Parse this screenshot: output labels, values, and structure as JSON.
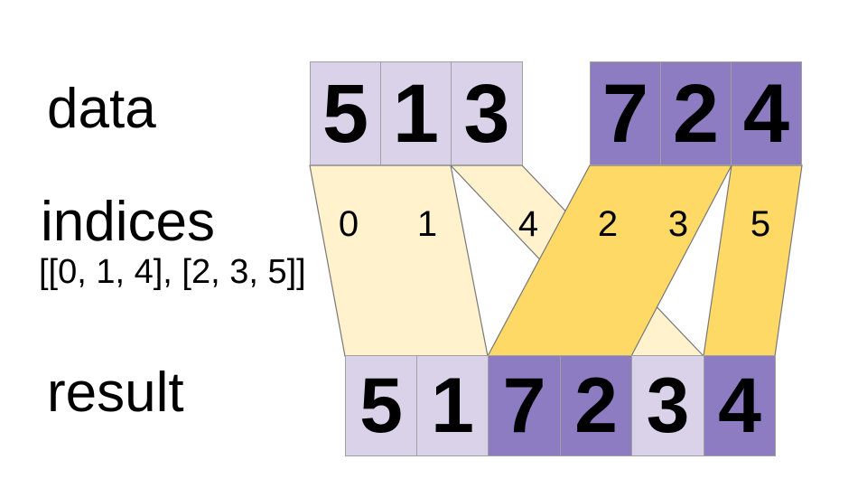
{
  "labels": {
    "data": "data",
    "indices": "indices",
    "indices_value": "[[0, 1, 4], [2, 3, 5]]",
    "result": "result"
  },
  "data_row": {
    "chunk1": [
      "5",
      "1",
      "3"
    ],
    "chunk2": [
      "7",
      "2",
      "4"
    ]
  },
  "indices_row": {
    "chunk1": [
      "0",
      "1",
      "4"
    ],
    "chunk2": [
      "2",
      "3",
      "5"
    ]
  },
  "result_row": {
    "values": [
      "5",
      "1",
      "7",
      "2",
      "3",
      "4"
    ],
    "source_chunks": [
      "chunk1",
      "chunk1",
      "chunk2",
      "chunk2",
      "chunk1",
      "chunk2"
    ]
  },
  "colors": {
    "light_purple": "#d9d2e9",
    "dark_purple": "#8e7cc3",
    "light_yellow": "#fff2cc",
    "gold": "#ffd966",
    "cell_border": "#a0a0a0",
    "ribbon_border": "#777777"
  }
}
